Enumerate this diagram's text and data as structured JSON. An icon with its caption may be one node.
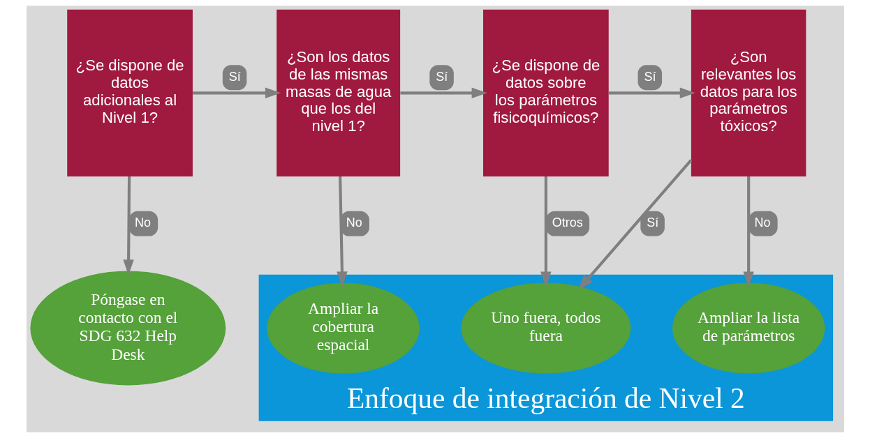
{
  "diagram": {
    "nodes": [
      {
        "text": [
          "¿Se dispone de datos adicionales al Nivel 1?"
        ]
      },
      {
        "text": [
          "¿Son los datos de las mismas masas de agua que los del nivel 1?"
        ]
      },
      {
        "text": [
          "¿Se dispone de datos sobre los parámetros fisicoquímicos?"
        ]
      },
      {
        "text": [
          "¿Son relevantes los datos para los parámetros tóxicos?"
        ]
      },
      {
        "text": [
          "Póngase en contacto con el SDG 632 Help Desk"
        ]
      },
      {
        "text": [
          "Enfoque de integración de Nivel 2"
        ]
      },
      {
        "text": [
          "Ampliar la cobertura espacial"
        ],
        "in": 5
      },
      {
        "text": [
          "Uno fuera, todos fuera"
        ],
        "in": 5
      },
      {
        "text": [
          "Ampliar la lista de parámetros"
        ],
        "in": 5
      }
    ],
    "edges": [
      {
        "from": 0,
        "to": 1,
        "arrow": "to",
        "label": "Sí"
      },
      {
        "from": 1,
        "to": 2,
        "arrow": "to",
        "label": "Sí"
      },
      {
        "from": 2,
        "to": 3,
        "arrow": "to",
        "label": "Sí"
      },
      {
        "from": 3,
        "to": 8,
        "arrow": "to",
        "label": "No"
      },
      {
        "from": 0,
        "to": 4,
        "arrow": "to",
        "label": "No"
      },
      {
        "from": 1,
        "to": 6,
        "arrow": "to",
        "label": "No"
      },
      {
        "from": 2,
        "to": 7,
        "arrow": "to",
        "label": "Otros"
      },
      {
        "from": 3,
        "to": 7,
        "arrow": "to",
        "label": "Sí"
      }
    ]
  }
}
